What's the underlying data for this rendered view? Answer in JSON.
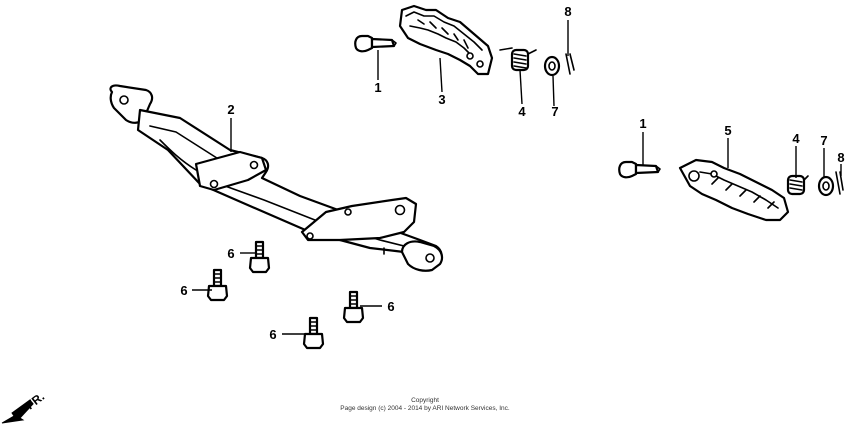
{
  "callouts": {
    "c1a": "1",
    "c3": "3",
    "c4a": "4",
    "c7a": "7",
    "c8a": "8",
    "c2": "2",
    "c1b": "1",
    "c5": "5",
    "c4b": "4",
    "c7b": "7",
    "c8b": "8",
    "c6a": "6",
    "c6b": "6",
    "c6c": "6",
    "c6d": "6"
  },
  "direction_label": "FR.",
  "copyright": {
    "line1": "Copyright",
    "line2": "Page design (c) 2004 - 2014 by ARI Network Services, Inc."
  }
}
